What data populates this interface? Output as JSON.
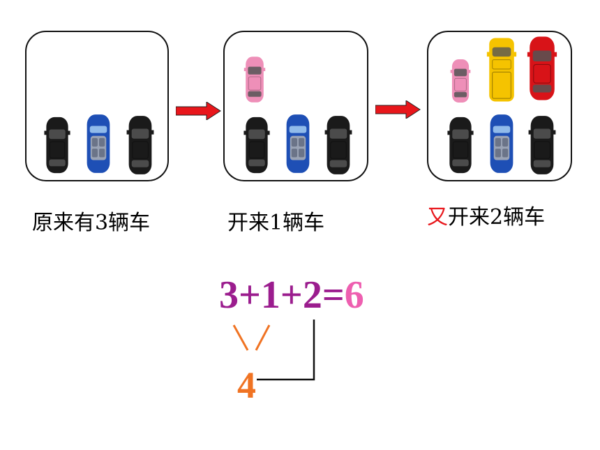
{
  "panels": [
    {
      "name": "original-cars",
      "caption": "原来有3辆车"
    },
    {
      "name": "one-car-arrives",
      "caption": "开来1辆车"
    },
    {
      "name": "two-more-arrive",
      "caption_highlight": "又",
      "caption_rest": "开来2辆车"
    }
  ],
  "equation": {
    "terms": "3+1+2=",
    "result": "6",
    "intermediate": "4"
  },
  "colors": {
    "equation_terms": "#9b1d8e",
    "equation_result": "#ee5fb0",
    "intermediate": "#f07323",
    "highlight": "#e8161b",
    "arrow": "#e8161b",
    "car_black": "#1a1a1a",
    "car_blue": "#1e4fb5",
    "car_pink": "#ee8fb8",
    "car_yellow": "#f5c300",
    "car_red": "#d81318"
  },
  "icons": [
    "black-car-icon",
    "blue-convertible-icon",
    "pink-car-icon",
    "yellow-truck-icon",
    "red-suv-icon",
    "right-arrow-icon"
  ]
}
